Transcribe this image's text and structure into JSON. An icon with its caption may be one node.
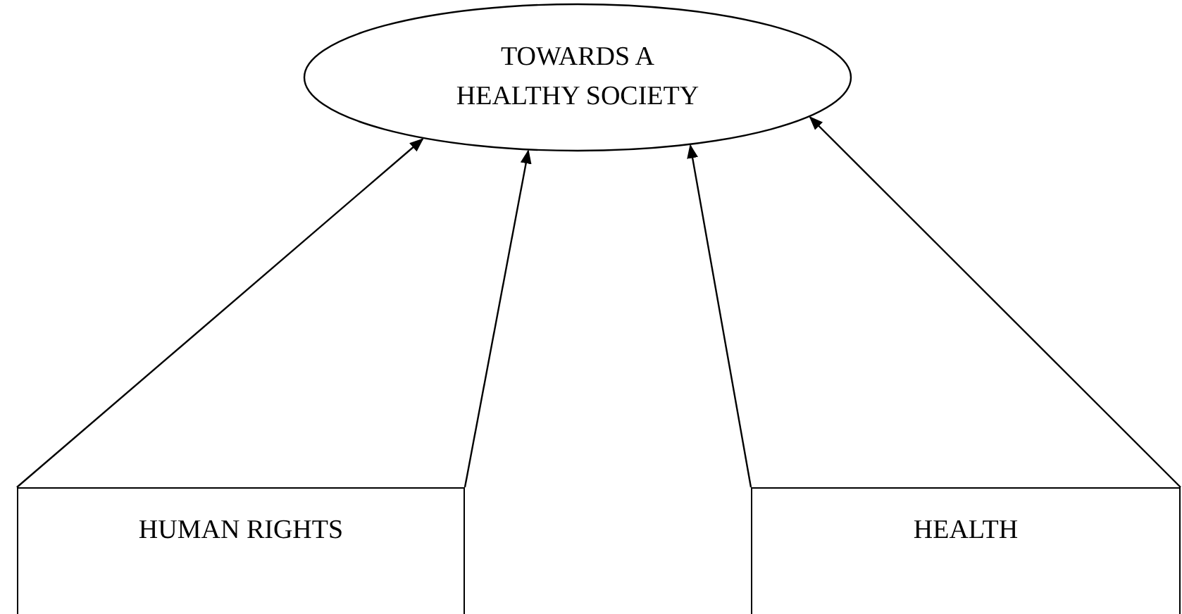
{
  "diagram": {
    "nodes": [
      {
        "text": [
          "TOWARDS A HEALTHY SOCIETY"
        ]
      },
      {
        "text": [
          "HUMAN RIGHTS"
        ]
      },
      {
        "text": [
          "HEALTH"
        ]
      }
    ],
    "edges": [
      {
        "from": 1,
        "to": 0,
        "arrow": "to"
      },
      {
        "from": 1,
        "to": 0,
        "arrow": "to"
      },
      {
        "from": 2,
        "to": 0,
        "arrow": "to"
      },
      {
        "from": 2,
        "to": 0,
        "arrow": "to"
      }
    ]
  }
}
